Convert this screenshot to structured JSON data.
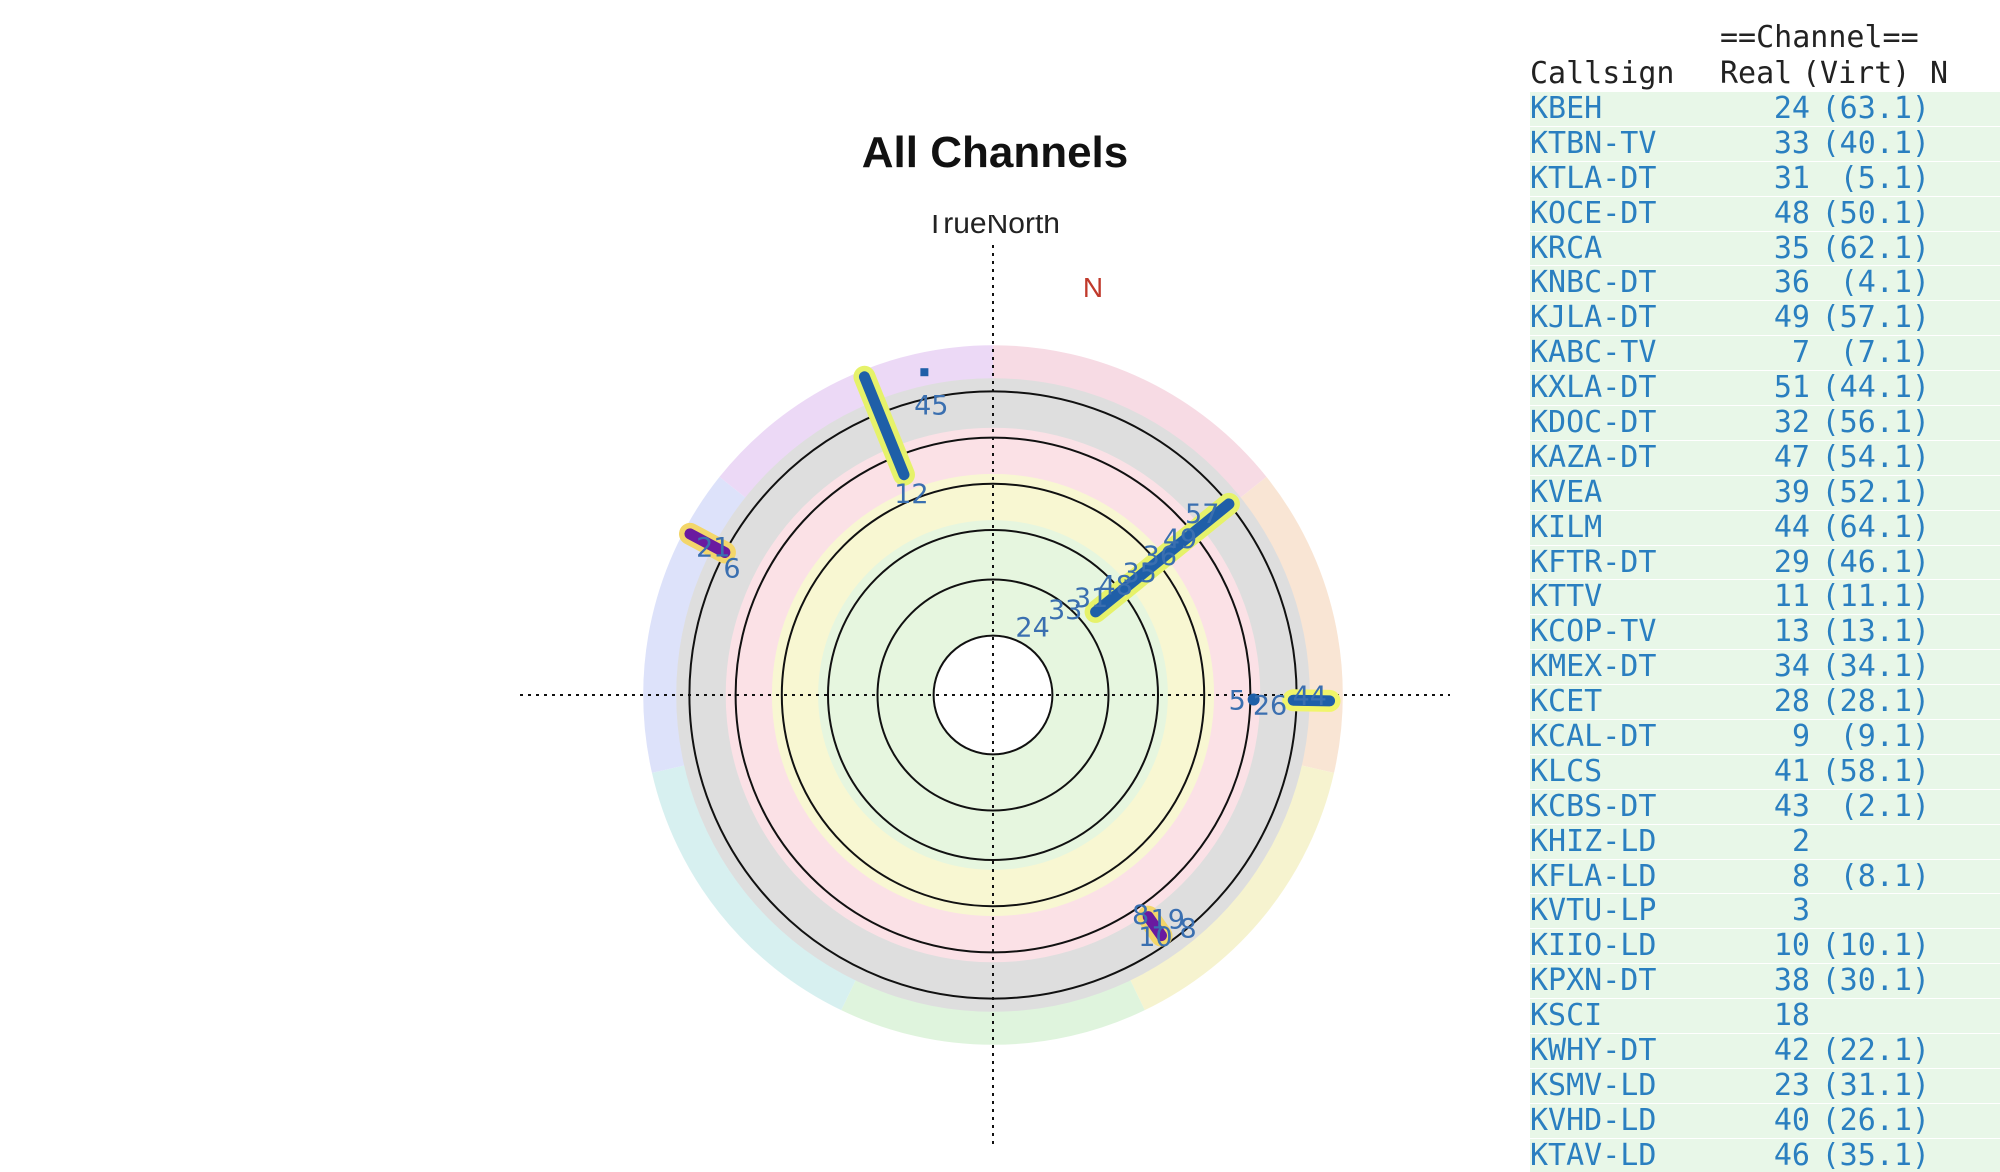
{
  "chart_data": {
    "type": "polar-signal-map",
    "title": "All Channels",
    "north_label": "TrueNorth",
    "north_marker": "N",
    "labels": [
      {
        "text": "45",
        "bearing": 348,
        "ring": 4.5
      },
      {
        "text": "12",
        "bearing": 338,
        "ring": 3.3
      },
      {
        "text": "21",
        "bearing": 298,
        "ring": 4.8
      },
      {
        "text": "6",
        "bearing": 296,
        "ring": 4.4
      },
      {
        "text": "24",
        "bearing": 30,
        "ring": 1.2
      },
      {
        "text": "33",
        "bearing": 40,
        "ring": 1.7
      },
      {
        "text": "31",
        "bearing": 45,
        "ring": 2.1
      },
      {
        "text": "48",
        "bearing": 48,
        "ring": 2.5
      },
      {
        "text": "35",
        "bearing": 50,
        "ring": 2.9
      },
      {
        "text": "36",
        "bearing": 50,
        "ring": 3.3
      },
      {
        "text": "49",
        "bearing": 50,
        "ring": 3.7
      },
      {
        "text": "57",
        "bearing": 49,
        "ring": 4.2
      },
      {
        "text": "44",
        "bearing": 90,
        "ring": 4.8
      },
      {
        "text": "26",
        "bearing": 92,
        "ring": 4.2
      },
      {
        "text": "5",
        "bearing": 91,
        "ring": 3.7
      },
      {
        "text": "8",
        "bearing": 146,
        "ring": 4.0
      },
      {
        "text": "19",
        "bearing": 142,
        "ring": 4.3
      },
      {
        "text": "8",
        "bearing": 140,
        "ring": 4.6
      },
      {
        "text": "10",
        "bearing": 146,
        "ring": 4.4
      }
    ],
    "bars": [
      {
        "bearing": 338,
        "from": 3.6,
        "to": 5.2,
        "color": "#1f5fa8",
        "halo": "#e6f26a"
      },
      {
        "bearing": 51,
        "from": 2.0,
        "to": 4.6,
        "color": "#1f5fa8",
        "halo": "#e6f26a"
      },
      {
        "bearing": 91,
        "from": 4.55,
        "to": 5.1,
        "color": "#1f5fa8",
        "halo": "#f1f56a"
      },
      {
        "bearing": 298,
        "from": 4.6,
        "to": 5.2,
        "color": "#6a1aa0",
        "halo": "#f3d66a"
      },
      {
        "bearing": 145,
        "from": 4.1,
        "to": 4.45,
        "color": "#6a1aa0",
        "halo": "#f3d66a"
      }
    ]
  },
  "table": {
    "title": "==Channel==",
    "headers": {
      "callsign": "Callsign",
      "real": "Real",
      "virt": "(Virt)",
      "extra": "N"
    },
    "rows": [
      {
        "callsign": "KBEH",
        "real": "24",
        "virt": "(63.1)"
      },
      {
        "callsign": "KTBN-TV",
        "real": "33",
        "virt": "(40.1)"
      },
      {
        "callsign": "KTLA-DT",
        "real": "31",
        "virt": "(5.1)"
      },
      {
        "callsign": "KOCE-DT",
        "real": "48",
        "virt": "(50.1)"
      },
      {
        "callsign": "KRCA",
        "real": "35",
        "virt": "(62.1)"
      },
      {
        "callsign": "KNBC-DT",
        "real": "36",
        "virt": "(4.1)"
      },
      {
        "callsign": "KJLA-DT",
        "real": "49",
        "virt": "(57.1)"
      },
      {
        "callsign": "KABC-TV",
        "real": "7",
        "virt": "(7.1)"
      },
      {
        "callsign": "KXLA-DT",
        "real": "51",
        "virt": "(44.1)"
      },
      {
        "callsign": "KDOC-DT",
        "real": "32",
        "virt": "(56.1)"
      },
      {
        "callsign": "KAZA-DT",
        "real": "47",
        "virt": "(54.1)"
      },
      {
        "callsign": "KVEA",
        "real": "39",
        "virt": "(52.1)"
      },
      {
        "callsign": "KILM",
        "real": "44",
        "virt": "(64.1)"
      },
      {
        "callsign": "KFTR-DT",
        "real": "29",
        "virt": "(46.1)"
      },
      {
        "callsign": "KTTV",
        "real": "11",
        "virt": "(11.1)"
      },
      {
        "callsign": "KCOP-TV",
        "real": "13",
        "virt": "(13.1)"
      },
      {
        "callsign": "KMEX-DT",
        "real": "34",
        "virt": "(34.1)"
      },
      {
        "callsign": "KCET",
        "real": "28",
        "virt": "(28.1)"
      },
      {
        "callsign": "KCAL-DT",
        "real": "9",
        "virt": "(9.1)"
      },
      {
        "callsign": "KLCS",
        "real": "41",
        "virt": "(58.1)"
      },
      {
        "callsign": "KCBS-DT",
        "real": "43",
        "virt": "(2.1)"
      },
      {
        "callsign": "KHIZ-LD",
        "real": "2",
        "virt": ""
      },
      {
        "callsign": "KFLA-LD",
        "real": "8",
        "virt": "(8.1)"
      },
      {
        "callsign": "KVTU-LP",
        "real": "3",
        "virt": ""
      },
      {
        "callsign": "KIIO-LD",
        "real": "10",
        "virt": "(10.1)"
      },
      {
        "callsign": "KPXN-DT",
        "real": "38",
        "virt": "(30.1)"
      },
      {
        "callsign": "KSCI",
        "real": "18",
        "virt": ""
      },
      {
        "callsign": "KWHY-DT",
        "real": "42",
        "virt": "(22.1)"
      },
      {
        "callsign": "KSMV-LD",
        "real": "23",
        "virt": "(31.1)"
      },
      {
        "callsign": "KVHD-LD",
        "real": "40",
        "virt": "(26.1)"
      },
      {
        "callsign": "KTAV-LD",
        "real": "46",
        "virt": "(35.1)"
      }
    ]
  }
}
